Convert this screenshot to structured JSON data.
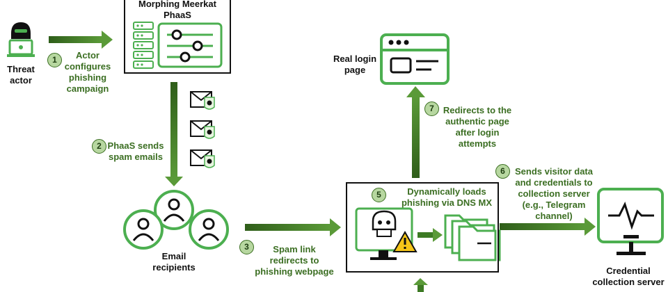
{
  "nodes": {
    "threat_actor": "Threat\nactor",
    "phaas_title": "Morphing Meerkat\nPhaaS",
    "email_recipients": "Email\nrecipients",
    "real_login": "Real login\npage",
    "credential_server": "Credential\ncollection server"
  },
  "steps": [
    {
      "num": "1",
      "text": "Actor\nconfigures\nphishing\ncampaign"
    },
    {
      "num": "2",
      "text": "PhaaS sends\nspam emails"
    },
    {
      "num": "3",
      "text": "Spam link\nredirects to\nphishing webpage"
    },
    {
      "num": "5",
      "text": "Dynamically loads\nphishing via DNS MX"
    },
    {
      "num": "6",
      "text": "Sends visitor data\nand credentials to\ncollection server\n(e.g., Telegram\nchannel)"
    },
    {
      "num": "7",
      "text": "Redirects to the\nauthentic page\nafter login\nattempts"
    }
  ],
  "colors": {
    "green": "#4caf50",
    "dark_green": "#2f5e1a",
    "arrow_green": "#3d7a24",
    "badge_fill": "#b7d7a0",
    "alert_yellow": "#f5c518"
  },
  "icons": [
    "hacker-icon",
    "control-panel-icon",
    "malicious-email-icon",
    "users-icon",
    "browser-icon",
    "skull-monitor-icon",
    "folders-icon",
    "monitor-pulse-icon"
  ]
}
